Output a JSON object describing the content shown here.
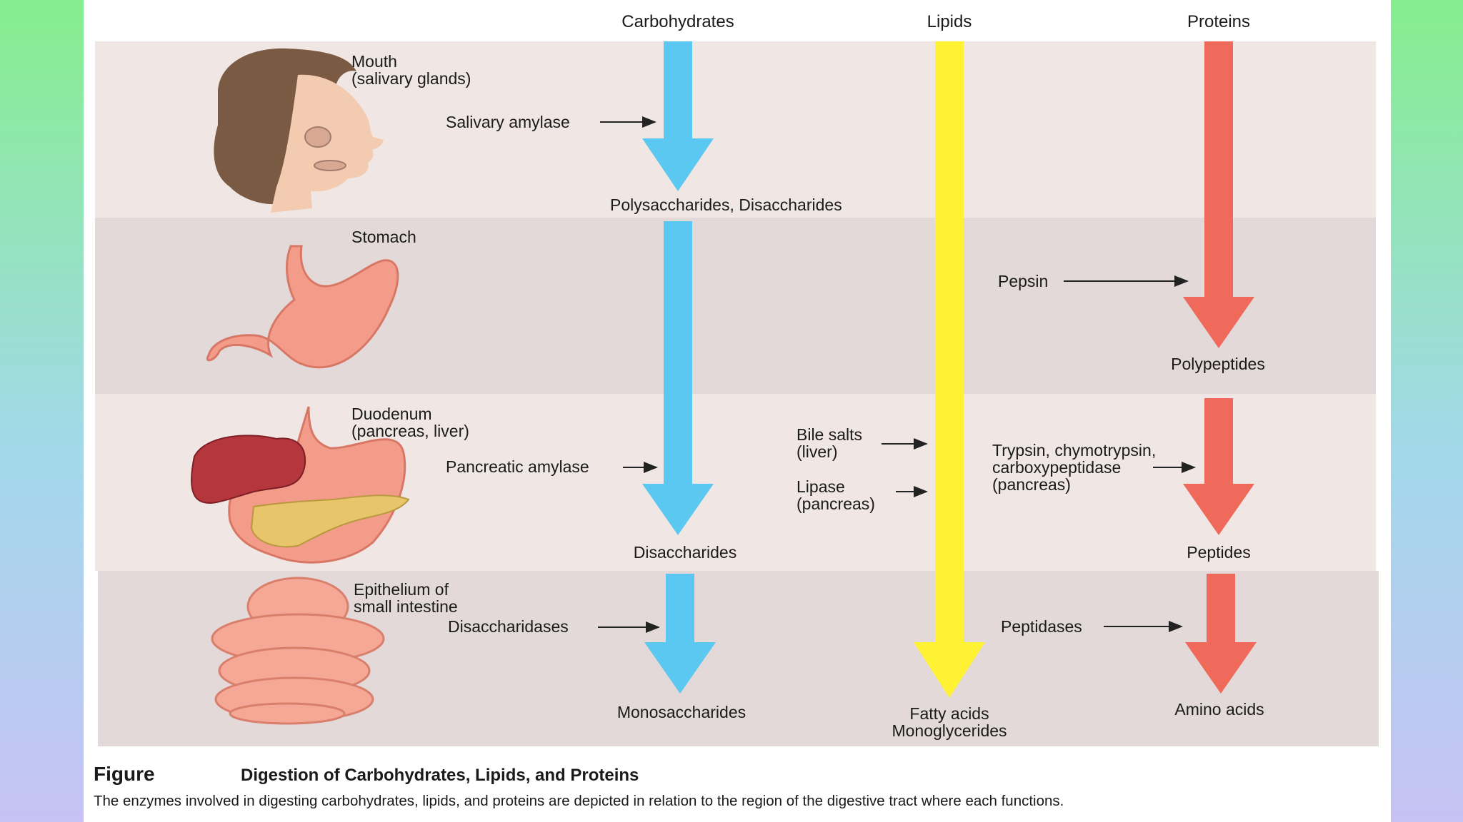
{
  "columns": {
    "carbohydrates": "Carbohydrates",
    "lipids": "Lipids",
    "proteins": "Proteins"
  },
  "regions": {
    "mouth": {
      "label": "Mouth\n(salivary glands)"
    },
    "stomach": {
      "label": "Stomach"
    },
    "duodenum": {
      "label": "Duodenum\n(pancreas, liver)"
    },
    "small_intestine": {
      "label": "Epithelium of\nsmall intestine"
    }
  },
  "enzymes": {
    "salivary_amylase": "Salivary amylase",
    "pepsin": "Pepsin",
    "pancreatic_amylase": "Pancreatic amylase",
    "bile_salts": "Bile salts\n(liver)",
    "lipase": "Lipase\n(pancreas)",
    "trypsin": "Trypsin, chymotrypsin,\ncarboxypeptidase\n(pancreas)",
    "disaccharidases": "Disaccharidases",
    "peptidases": "Peptidases"
  },
  "products": {
    "poly_di": "Polysaccharides, Disaccharides",
    "polypeptides": "Polypeptides",
    "disaccharides": "Disaccharides",
    "peptides": "Peptides",
    "monosaccharides": "Monosaccharides",
    "fatty_acids": "Fatty acids\nMonoglycerides",
    "amino_acids": "Amino acids"
  },
  "caption": {
    "label": "Figure",
    "title": "Digestion of Carbohydrates, Lipids, and Proteins",
    "body": "The enzymes involved in digesting carbohydrates, lipids, and proteins are depicted in relation to the region of the digestive tract where each functions."
  },
  "colors": {
    "carbohydrates": "#5bc8f2",
    "lipids": "#fff234",
    "proteins": "#ef6a5a"
  },
  "icons": {
    "mouth": "head-profile-icon",
    "stomach": "stomach-icon",
    "duodenum": "liver-stomach-pancreas-icon",
    "small_intestine": "small-intestine-icon"
  }
}
